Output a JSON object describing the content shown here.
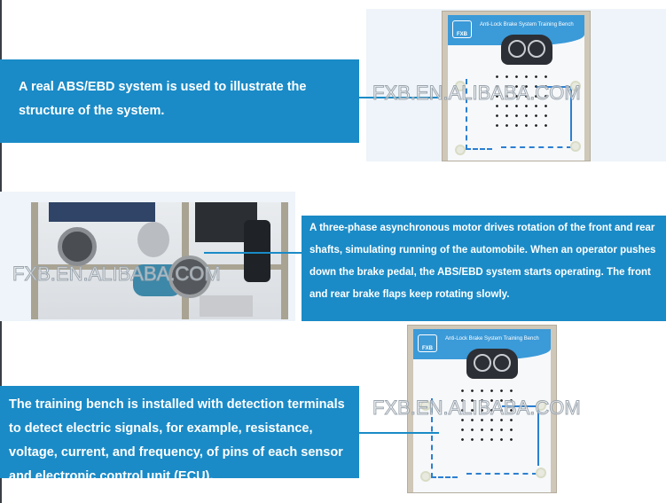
{
  "watermark": "FXB.EN.ALIBABA.COM",
  "bench": {
    "logo_text": "FXB",
    "title": "Anti-Lock Brake System Training Bench"
  },
  "sections": [
    {
      "text": "A real ABS/EBD system is used to illustrate the structure of the system."
    },
    {
      "text": "A three-phase asynchronous motor drives rotation of the front and rear shafts, simulating running of the automobile. When an operator pushes down the brake pedal, the ABS/EBD system starts operating. The front and rear brake flaps keep rotating slowly."
    },
    {
      "text": "The training bench is installed with detection terminals to detect electric signals, for example, resistance, voltage, current, and frequency, of pins of each sensor and electronic control unit (ECU)."
    }
  ],
  "colors": {
    "accent": "#1a8bc7",
    "panel": "#eef4f9"
  }
}
